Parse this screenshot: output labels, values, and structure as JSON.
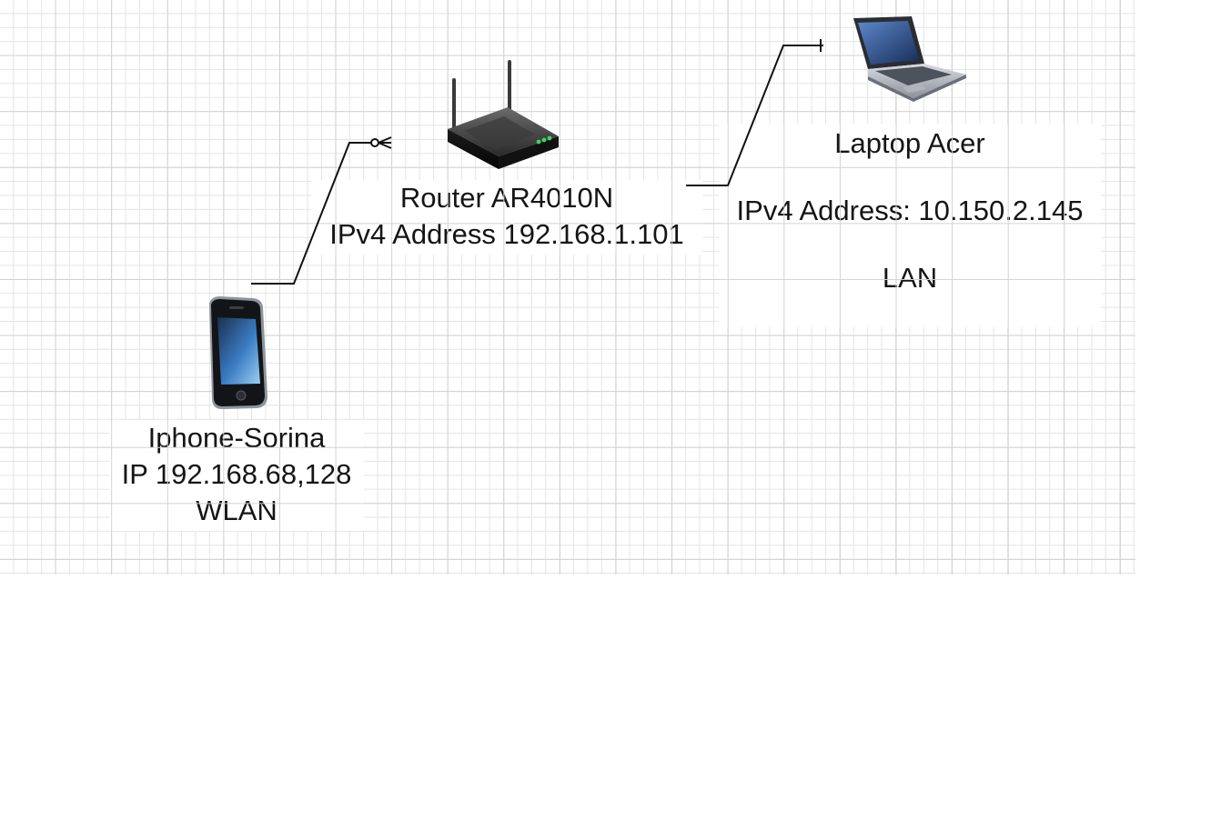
{
  "diagram": {
    "router": {
      "name": "Router AR4010N",
      "address": "IPv4 Address 192.168.1.101",
      "icon": "wireless-router-icon"
    },
    "laptop": {
      "name": "Laptop Acer",
      "address": "IPv4 Address: 10.150.2.145",
      "connection": "LAN",
      "icon": "laptop-icon"
    },
    "phone": {
      "name": "Iphone-Sorina",
      "address": "IP 192.168.68,128",
      "connection": "WLAN",
      "icon": "smartphone-icon"
    },
    "edges": [
      {
        "from": "phone",
        "to": "router",
        "style": "zero-or-many"
      },
      {
        "from": "router",
        "to": "laptop",
        "style": "one"
      }
    ],
    "colors": {
      "line": "#111111",
      "grid": "#e4e4e4",
      "router_body": "#2b2b2b",
      "router_led": "#3cd65a",
      "phone_screen": "#2f6fb6",
      "laptop_screen": "#23457e"
    }
  }
}
